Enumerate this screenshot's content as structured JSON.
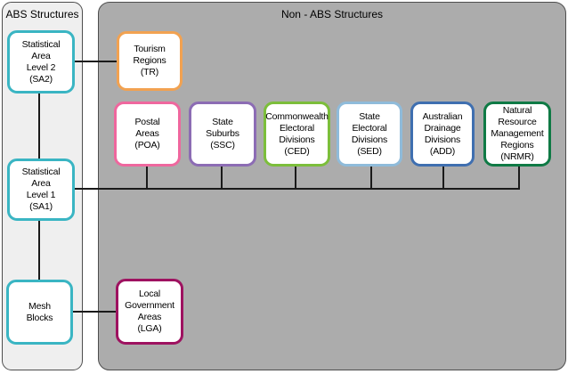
{
  "panels": {
    "abs": {
      "title": "ABS Structures",
      "bg": "#EFEFEF"
    },
    "non_abs": {
      "title": "Non - ABS Structures",
      "bg": "#ACACAC"
    }
  },
  "nodes": {
    "sa2": {
      "label": "Statistical\nArea\nLevel 2\n(SA2)",
      "border_color": "#3AB5C3"
    },
    "sa1": {
      "label": "Statistical\nArea\nLevel 1\n(SA1)",
      "border_color": "#3AB5C3"
    },
    "mesh_blocks": {
      "label": "Mesh\nBlocks",
      "border_color": "#3AB5C3"
    },
    "tr": {
      "label": "Tourism\nRegions\n(TR)",
      "border_color": "#F2A251"
    },
    "poa": {
      "label": "Postal\nAreas\n(POA)",
      "border_color": "#EF679E"
    },
    "ssc": {
      "label": "State\nSuburbs\n(SSC)",
      "border_color": "#8C6CB4"
    },
    "ced": {
      "label": "Commonwealth\nElectoral\nDivisions\n(CED)",
      "border_color": "#7CBE3B"
    },
    "sed": {
      "label": "State\nElectoral\nDivisions\n(SED)",
      "border_color": "#8FBBDA"
    },
    "add": {
      "label": "Australian\nDrainage\nDivisions\n(ADD)",
      "border_color": "#3F6FB0"
    },
    "nrmr": {
      "label": "Natural\nResource\nManagement\nRegions\n(NRMR)",
      "border_color": "#0F7A45"
    },
    "lga": {
      "label": "Local\nGovernment\nAreas\n(LGA)",
      "border_color": "#9E1260"
    }
  },
  "colors": {
    "node_fill": "#FFFFFF",
    "panel_border": "#4D4D4D",
    "connector": "#1A1A1A"
  }
}
